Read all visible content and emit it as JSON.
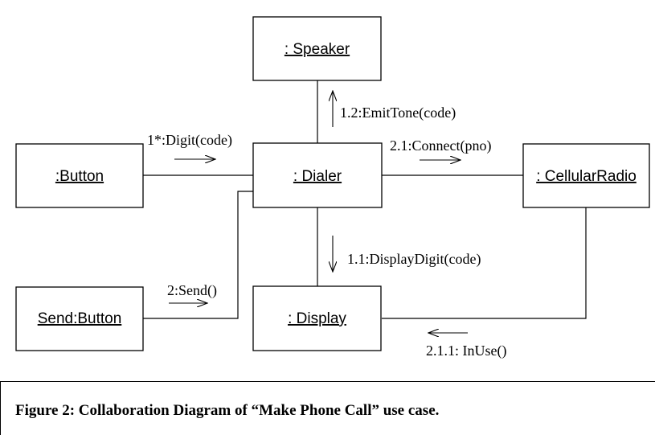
{
  "diagram": {
    "objects": {
      "speaker": ": Speaker",
      "button": ":Button",
      "dialer": ": Dialer",
      "cellular_radio": ": CellularRadio",
      "send_button": "Send:Button",
      "display": ": Display"
    },
    "messages": {
      "digit": "1*:Digit(code)",
      "emit_tone": "1.2:EmitTone(code)",
      "connect": "2.1:Connect(pno)",
      "display_digit": "1.1:DisplayDigit(code)",
      "send": "2:Send()",
      "in_use": "2.1.1: InUse()"
    }
  },
  "caption": {
    "text": "Figure 2: Collaboration Diagram of “Make Phone Call” use case."
  }
}
